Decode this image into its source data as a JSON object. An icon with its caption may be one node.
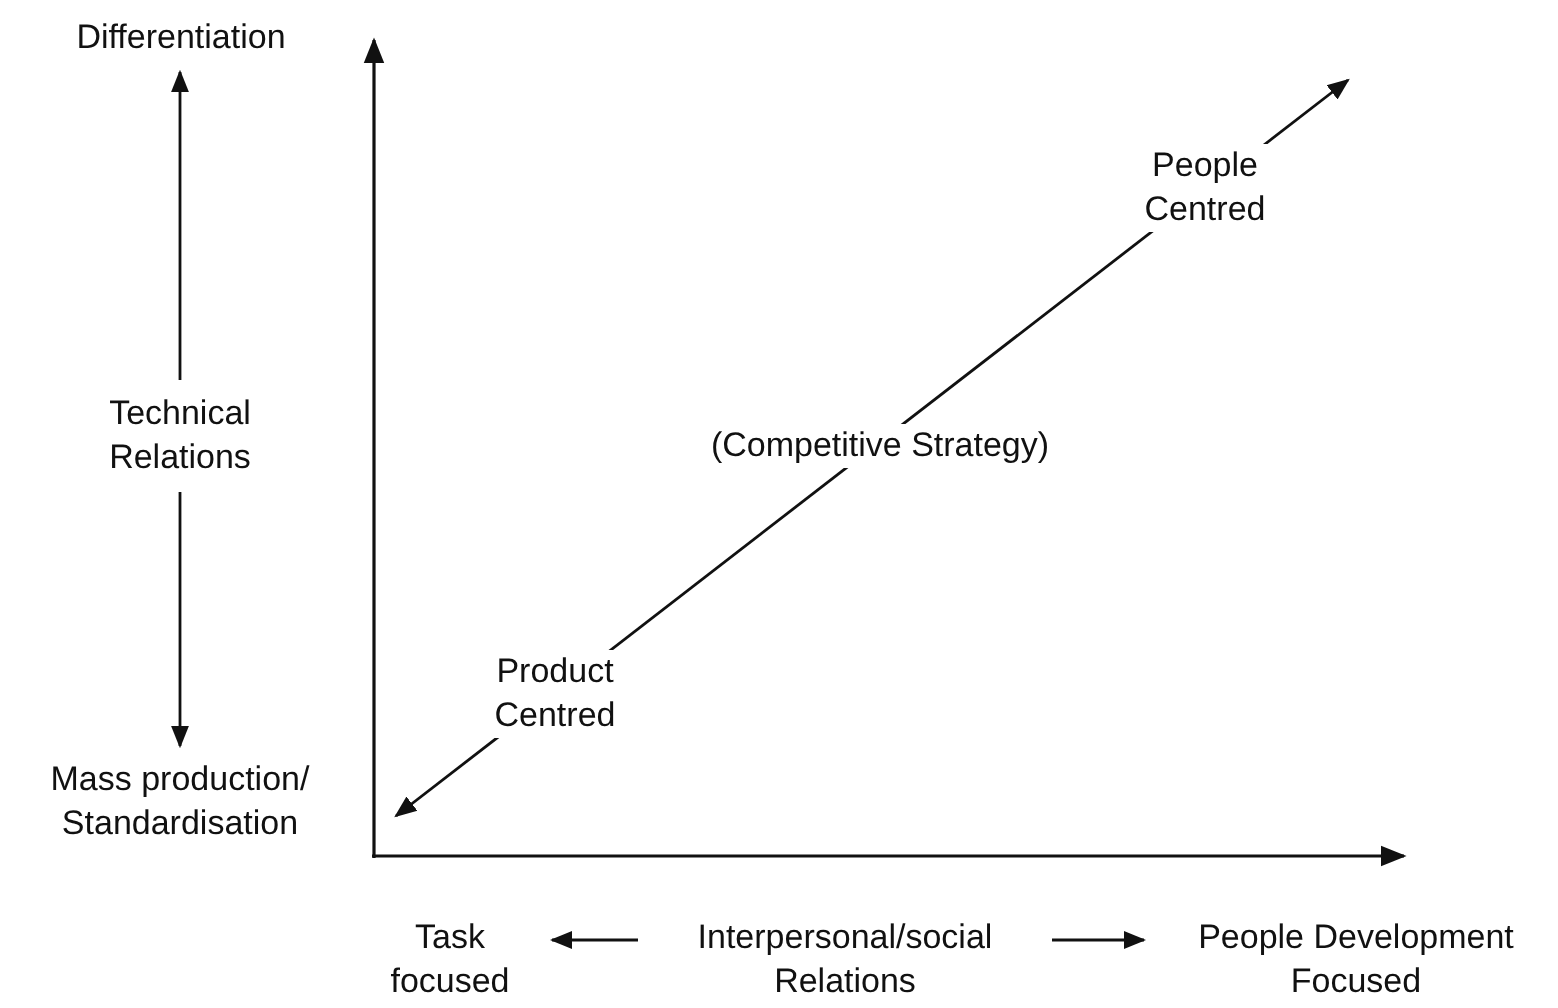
{
  "diagram": {
    "nodes": [
      {
        "text": [
          "Differentiation"
        ]
      },
      {
        "text": [
          "Technical Relations"
        ]
      },
      {
        "text": [
          "Mass production/ Standardisation"
        ]
      },
      {
        "text": [
          "Task focused"
        ]
      },
      {
        "text": [
          "Interpersonal/social Relations"
        ]
      },
      {
        "text": [
          "People Development Focused"
        ]
      }
    ],
    "edges": [
      {
        "from": 1,
        "to": 0,
        "arrow": "to"
      },
      {
        "from": 1,
        "to": 2,
        "arrow": "to"
      },
      {
        "from": 4,
        "to": 3,
        "arrow": "to"
      },
      {
        "from": 4,
        "to": 5,
        "arrow": "to"
      }
    ],
    "labels": [
      "People Centred",
      "(Competitive Strategy)",
      "Product Centred"
    ]
  }
}
